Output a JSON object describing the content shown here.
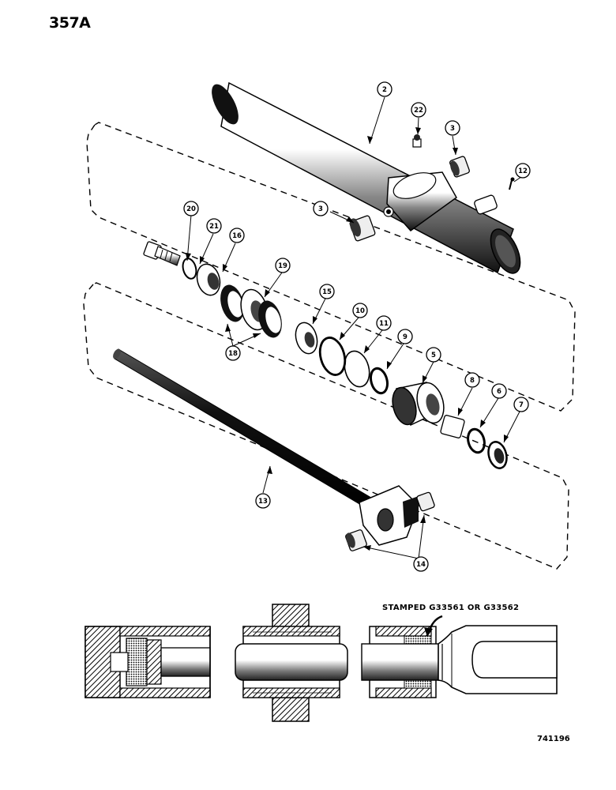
{
  "page_number": "357A",
  "drawing_number": "741196",
  "stamp_note": "STAMPED G33561 OR G33562",
  "callouts": [
    "2",
    "22",
    "3",
    "12",
    "3",
    "20",
    "21",
    "16",
    "19",
    "15",
    "10",
    "11",
    "9",
    "5",
    "18",
    "8",
    "6",
    "7",
    "13",
    "14"
  ]
}
